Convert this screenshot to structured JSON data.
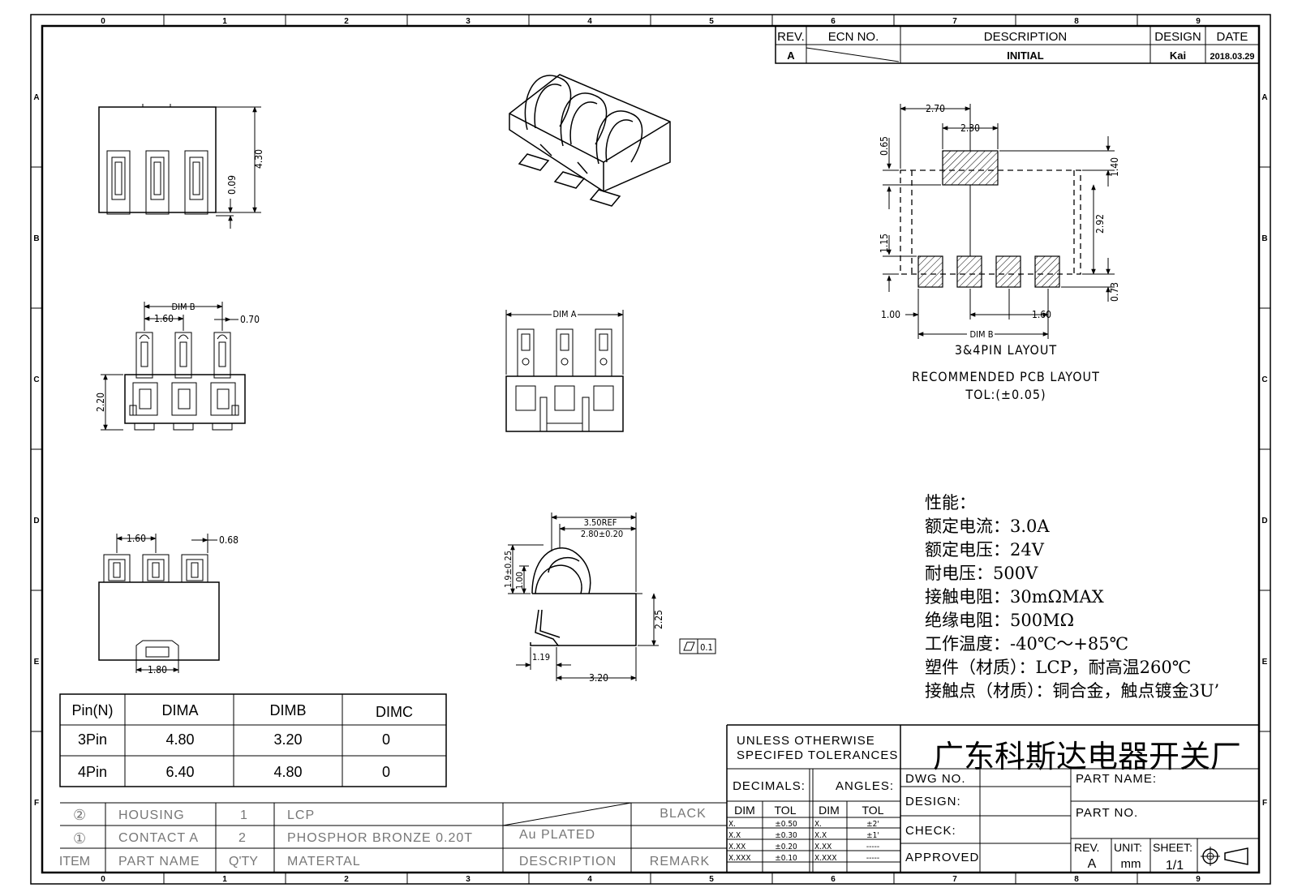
{
  "grid": {
    "columns": [
      "0",
      "1",
      "2",
      "3",
      "4",
      "5",
      "6",
      "7",
      "8",
      "9"
    ],
    "rows": [
      "A",
      "B",
      "C",
      "D",
      "E",
      "F"
    ]
  },
  "revision_block": {
    "headers": {
      "rev": "REV.",
      "ecn": "ECN NO.",
      "description": "DESCRIPTION",
      "design": "DESIGN",
      "date": "DATE"
    },
    "row": {
      "rev": "A",
      "description": "INITIAL",
      "design": "Kai",
      "date": "2018.03.29"
    }
  },
  "dimensions": {
    "front_4_30": "4.30",
    "front_0_09": "0.09",
    "bottom_dimb": "DIM B",
    "bottom_1_60": "1.60",
    "bottom_0_70": "0.70",
    "bottom_2_20": "2.20",
    "side_dima": "DIM A",
    "top2_1_60": "1.60",
    "top2_0_68": "0.68",
    "top2_1_80": "1.80",
    "profile_3_50": "3.50REF",
    "profile_2_80": "2.80±0.20",
    "profile_1_9": "1.9±0.25",
    "profile_1_00": "1.00",
    "profile_2_25": "2.25",
    "profile_1_19": "1.19",
    "profile_3_20": "3.20",
    "flatness": "0.1",
    "pcb_2_70": "2.70",
    "pcb_2_30": "2.30",
    "pcb_0_65": "0.65",
    "pcb_1_40": "1.40",
    "pcb_2_92": "2.92",
    "pcb_1_15": "1.15",
    "pcb_0_73": "0.73",
    "pcb_1_00": "1.00",
    "pcb_1_60": "1.60",
    "pcb_dimb": "DIM B"
  },
  "pcb_layout": {
    "subtitle": "3&4PIN LAYOUT",
    "title": "RECOMMENDED PCB LAYOUT",
    "tolerance": "TOL:(±0.05)"
  },
  "specs": [
    "性能：",
    "额定电流：3.0A",
    "额定电压：24V",
    "耐电压：500V",
    "接触电阻：30mΩMAX",
    "绝缘电阻：500MΩ",
    "工作温度：-40℃～+85℃",
    "塑件（材质）：LCP，耐高温260℃",
    "接触点（材质）：铜合金，触点镀金3U’"
  ],
  "pin_table": {
    "headers": [
      "Pin(N)",
      "DIMA",
      "DIMB",
      "DIMC"
    ],
    "rows": [
      [
        "3Pin",
        "4.80",
        "3.20",
        "0"
      ],
      [
        "4Pin",
        "6.40",
        "4.80",
        "0"
      ]
    ]
  },
  "bom": {
    "rows": [
      {
        "item": "②",
        "name": "HOUSING",
        "qty": "1",
        "material": "LCP",
        "description": "",
        "remark": "BLACK"
      },
      {
        "item": "①",
        "name": "CONTACT A",
        "qty": "2",
        "material": "PHOSPHOR BRONZE 0.20T",
        "description": "Au PLATED",
        "remark": ""
      }
    ],
    "header": {
      "item": "ITEM",
      "name": "PART NAME",
      "qty": "Q'TY",
      "material": "MATERTAL",
      "description": "DESCRIPTION",
      "remark": "REMARK"
    }
  },
  "title_block": {
    "tolerance_note_1": "UNLESS OTHERWISE",
    "tolerance_note_2": "SPECIFED TOLERANCES",
    "company": "广东科斯达电器开关厂",
    "decimals": "DECIMALS:",
    "angles": "ANGLES:",
    "dim": "DIM",
    "tol": "TOL",
    "dec_rows": [
      [
        "X.",
        "±0.50"
      ],
      [
        "X.X",
        "±0.30"
      ],
      [
        "X.XX",
        "±0.20"
      ],
      [
        "X.XXX",
        "±0.10"
      ]
    ],
    "ang_rows": [
      [
        "X.",
        "±2'"
      ],
      [
        "X.X",
        "±1'"
      ],
      [
        "X.XX",
        "-----"
      ],
      [
        "X.XXX",
        "-----"
      ]
    ],
    "dwg_no": "DWG NO.",
    "design": "DESIGN:",
    "check": "CHECK:",
    "approved": "APPROVED",
    "part_name": "PART NAME:",
    "part_no": "PART NO.",
    "rev_label": "REV.",
    "rev_value": "A",
    "unit_label": "UNIT:",
    "unit_value": "mm",
    "sheet_label": "SHEET:",
    "sheet_value": "1/1"
  }
}
